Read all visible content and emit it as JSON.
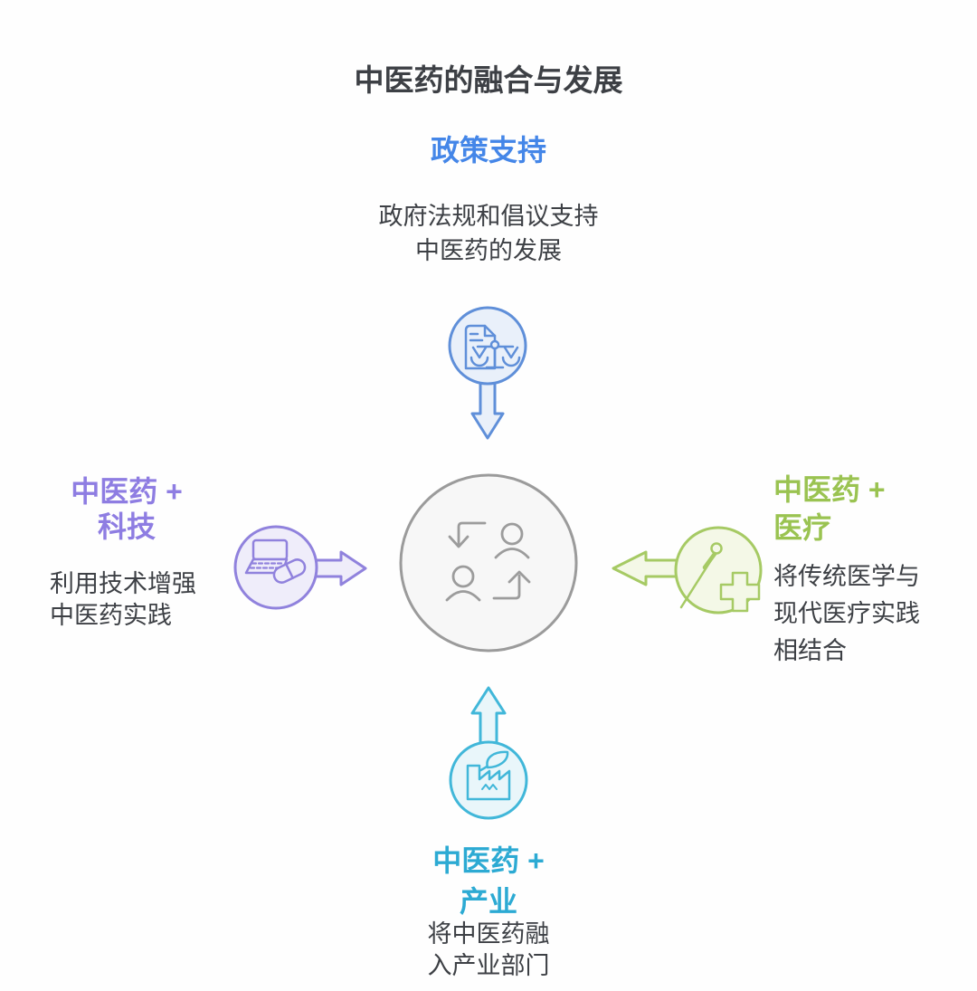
{
  "title": "中医药的融合与发展",
  "text_color": "#3d4045",
  "center": {
    "icon": "people-exchange-icon",
    "stroke": "#9b9b9b",
    "icon_stroke": "#9c9c9c",
    "fill": "#f7f7f7"
  },
  "nodes": {
    "policy": {
      "heading": "政策支持",
      "desc_line1": "政府法规和倡议支持",
      "desc_line2": "中医药的发展",
      "icon": "document-scales-icon",
      "arrow_direction": "down",
      "color": "#4486e8",
      "stroke": "#5f8fd9",
      "fill": "#e9f0fa"
    },
    "technology": {
      "heading_line1": "中医药 +",
      "heading_line2": "科技",
      "desc_line1": "利用技术增强",
      "desc_line2": "中医药实践",
      "icon": "laptop-pill-icon",
      "arrow_direction": "right",
      "color": "#8e7de2",
      "stroke": "#9082dd",
      "fill": "#efedfa"
    },
    "medical": {
      "heading_line1": "中医药 +",
      "heading_line2": "医疗",
      "desc_line1": "将传统医学与",
      "desc_line2": "现代医疗实践",
      "desc_line3": "相结合",
      "icon": "acupuncture-cross-icon",
      "arrow_direction": "left",
      "color": "#9ac351",
      "stroke": "#a6ca64",
      "fill": "#f4f8e7"
    },
    "industry": {
      "heading_line1": "中医药 +",
      "heading_line2": "产业",
      "desc_line1": "将中医药融",
      "desc_line2": "入产业部门",
      "icon": "factory-leaf-icon",
      "arrow_direction": "up",
      "color": "#2caad3",
      "stroke": "#41b7d9",
      "fill": "#e9f6fa"
    }
  }
}
